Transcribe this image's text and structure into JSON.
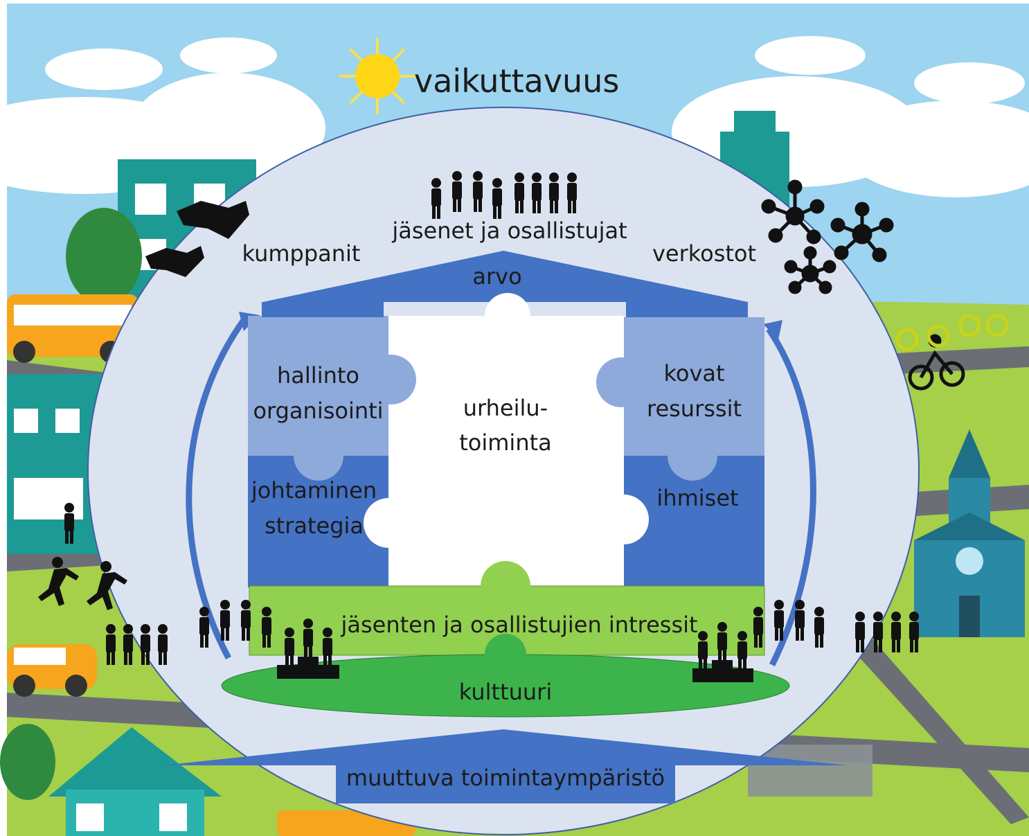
{
  "title": "vaikuttavuus",
  "labels": {
    "members": "jäsenet ja osallistujat",
    "partners": "kumppanit",
    "networks": "verkostot",
    "value": "arvo",
    "sport_line1": "urheilu-",
    "sport_line2": "toiminta",
    "admin_line1": "hallinto",
    "admin_line2": "organisointi",
    "leadership_line1": "johtaminen",
    "leadership_line2": "strategia",
    "hard_line1": "kovat",
    "hard_line2": "resurssit",
    "people": "ihmiset",
    "interests": "jäsenten ja osallistujien intressit",
    "culture": "kulttuuri",
    "environment": "muuttuva toimintaympäristö"
  },
  "icons": [
    "sun-icon",
    "handshake-icon",
    "network-icon",
    "family-icon",
    "podium-icon",
    "runner-icon",
    "cyclist-icon",
    "bus-icon",
    "car-icon",
    "house-icon",
    "church-icon"
  ],
  "colors": {
    "sky": "#8ec9e8",
    "grass": "#9bc83f",
    "circle": "#dce3f0",
    "blue": "#4472c4",
    "light_blue": "#8eaadb",
    "light_green": "#92d050",
    "green": "#3cb44b"
  }
}
